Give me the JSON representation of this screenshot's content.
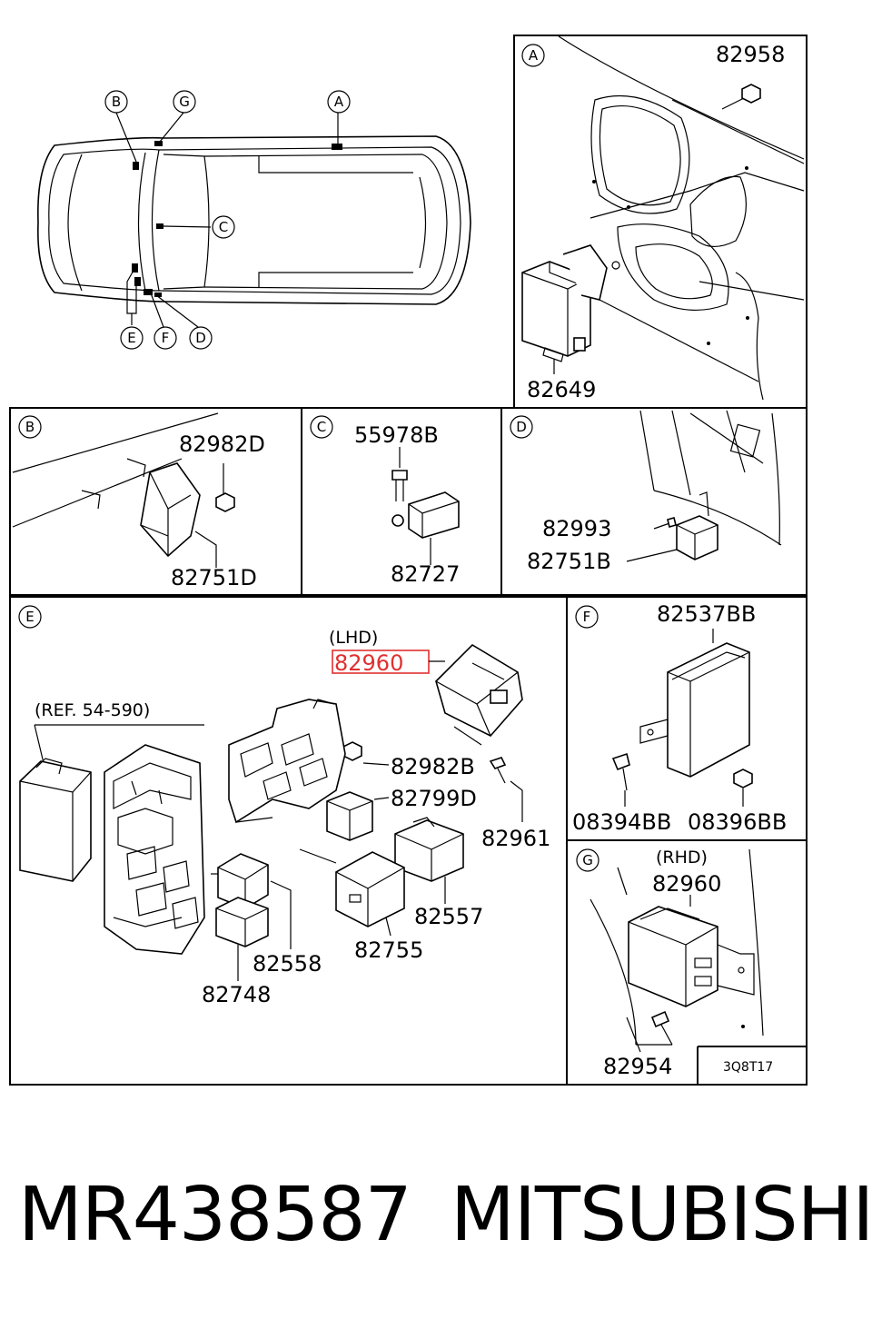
{
  "views": {
    "A": {
      "marker": "A",
      "parts": [
        "82958",
        "82649"
      ]
    },
    "B": {
      "marker": "B",
      "parts": [
        "82982D",
        "82751D"
      ]
    },
    "C": {
      "marker": "C",
      "parts": [
        "55978B",
        "82727"
      ]
    },
    "D": {
      "marker": "D",
      "parts": [
        "82993",
        "82751B"
      ]
    },
    "E": {
      "marker": "E",
      "lhd": "(LHD)",
      "highlighted": "82960",
      "ref": "(REF. 54-590)",
      "parts": [
        "82982B",
        "82799D",
        "82961",
        "82557",
        "82755",
        "82558",
        "82748"
      ]
    },
    "F": {
      "marker": "F",
      "parts": [
        "82537BB",
        "08394BB",
        "08396BB"
      ]
    },
    "G": {
      "marker": "G",
      "rhd": "(RHD)",
      "parts": [
        "82960",
        "82954"
      ]
    }
  },
  "car_markers": [
    "B",
    "G",
    "A",
    "C",
    "E",
    "F",
    "D"
  ],
  "drawing_code": "3Q8T17",
  "footer": {
    "part_number": "MR438587",
    "brand": "MITSUBISHI"
  },
  "colors": {
    "highlight": "#e03030",
    "line": "#000000",
    "background": "#ffffff"
  }
}
